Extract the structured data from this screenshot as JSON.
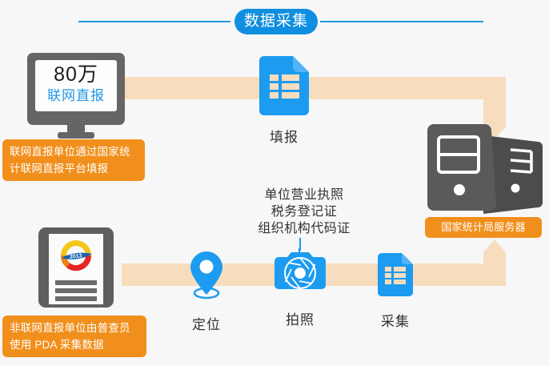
{
  "header": {
    "title": "数据采集",
    "accent_color": "#108ee0",
    "rule_color": "#2196e8"
  },
  "theme": {
    "background": "#f7f7f7",
    "band_color": "#f7ddbe",
    "callout_color": "#f18f1c",
    "icon_blue": "#1c9bf0",
    "device_gray": "#5f5f5f",
    "text_color": "#333333"
  },
  "online_path": {
    "monitor": {
      "name": "monitor-device",
      "big_value": "80万",
      "sub_label": "联网直报"
    },
    "callout": "联网直报单位通过国家统计联网直报平台填报",
    "node": {
      "icon": "form-document-icon",
      "label": "填报"
    }
  },
  "offline_path": {
    "pda": {
      "name": "pda-device",
      "logo_year": "2013"
    },
    "callout": "非联网直报单位由普查员使用 PDA 采集数据",
    "certificates": [
      "单位营业执照",
      "税务登记证",
      "组织机构代码证"
    ],
    "nodes": [
      {
        "icon": "map-pin-icon",
        "label": "定位"
      },
      {
        "icon": "camera-icon",
        "label": "拍照"
      },
      {
        "icon": "form-document-icon",
        "label": "采集"
      }
    ]
  },
  "destination": {
    "icon": "server-tower-icon",
    "callout": "国家统计局服务器"
  }
}
